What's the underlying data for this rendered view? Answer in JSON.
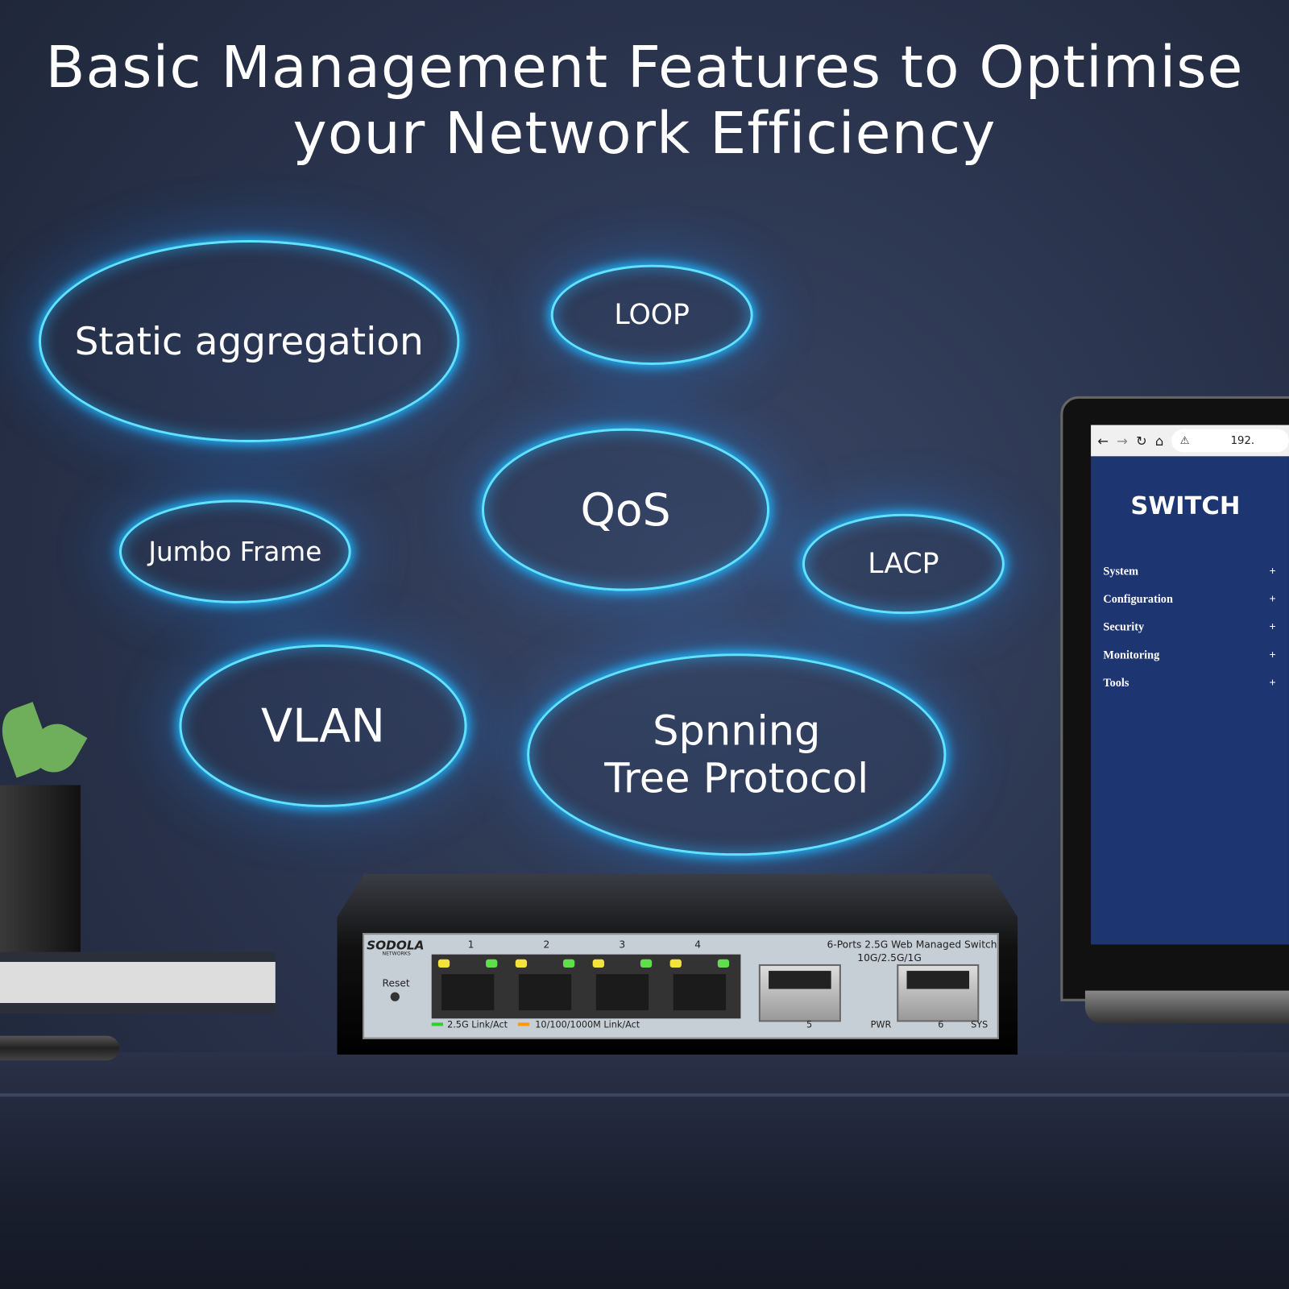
{
  "headline": {
    "line1": "Basic Management Features to Optimise",
    "line2": "your Network Efficiency"
  },
  "features": [
    "Static aggregation",
    "LOOP",
    "QoS",
    "Jumbo Frame",
    "LACP",
    "VLAN",
    "Spnning",
    "Tree Protocol"
  ],
  "switch": {
    "brand": "SODOLA",
    "brand_sub": "NETWORKS",
    "model": "6-Ports 2.5G Web Managed Switch",
    "sfp_speed": "10G/2.5G/1G",
    "reset": "Reset",
    "ports": [
      "1",
      "2",
      "3",
      "4"
    ],
    "sfp_ports": [
      "5",
      "6"
    ],
    "legend_green": "2.5G Link/Act",
    "legend_orange": "10/100/1000M Link/Act",
    "pwr": "PWR",
    "sys": "SYS"
  },
  "laptop": {
    "url": "192.",
    "app_title": "SWITCH",
    "menu": [
      "System",
      "Configuration",
      "Security",
      "Monitoring",
      "Tools"
    ],
    "expand": "+"
  },
  "colors": {
    "glow": "#5fe3ff",
    "screen": "#1d3570",
    "led_green": "#5fe04a",
    "led_yellow": "#f2e23a"
  }
}
